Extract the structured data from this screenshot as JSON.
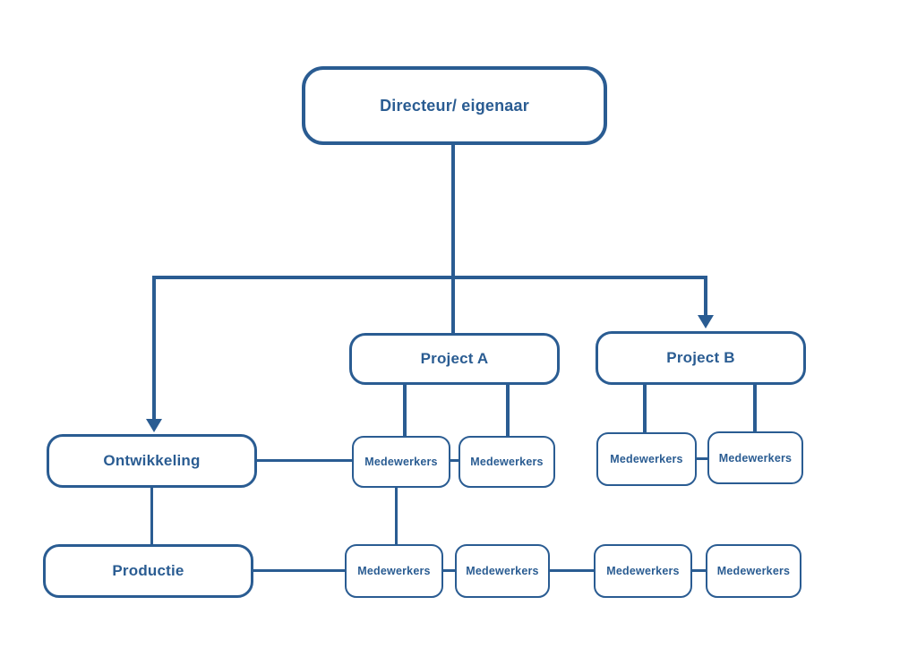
{
  "colors": {
    "primary": "#2a5c92",
    "background": "#ffffff"
  },
  "org_chart": {
    "director": {
      "label": "Directeur/ eigenaar"
    },
    "departments": {
      "ontwikkeling": {
        "label": "Ontwikkeling"
      },
      "project_a": {
        "label": "Project A"
      },
      "project_b": {
        "label": "Project B"
      },
      "productie": {
        "label": "Productie"
      }
    },
    "staff_row_top": [
      {
        "label": "Medewerkers",
        "parent": "Project A"
      },
      {
        "label": "Medewerkers",
        "parent": "Project A"
      },
      {
        "label": "Medewerkers",
        "parent": "Project B"
      },
      {
        "label": "Medewerkers",
        "parent": "Project B"
      }
    ],
    "staff_row_bottom": [
      {
        "label": "Medewerkers",
        "parent": "Productie"
      },
      {
        "label": "Medewerkers",
        "parent": "Productie"
      },
      {
        "label": "Medewerkers",
        "parent": "Productie"
      },
      {
        "label": "Medewerkers",
        "parent": "Productie"
      }
    ]
  }
}
